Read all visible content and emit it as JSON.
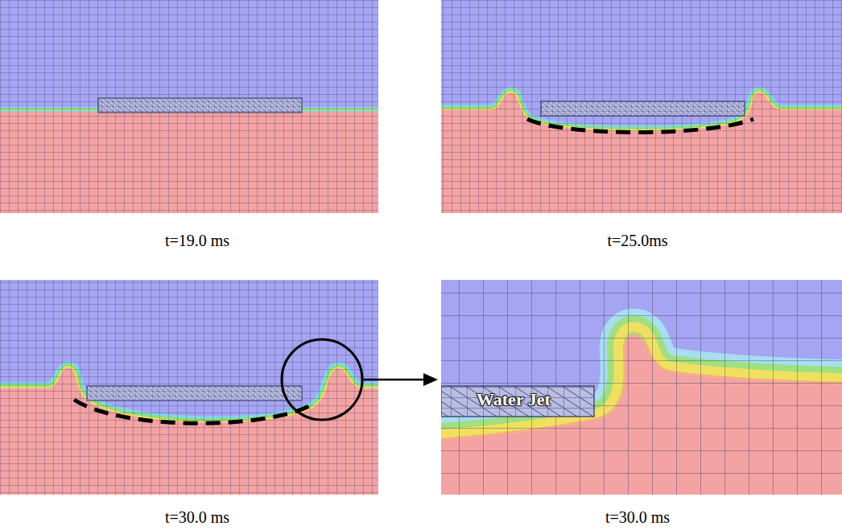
{
  "diagram": {
    "labels": [
      "t=19.0 ms",
      "t=25.0ms",
      "t=30.0 ms",
      "t=30.0 ms",
      "Water Jet"
    ]
  }
}
